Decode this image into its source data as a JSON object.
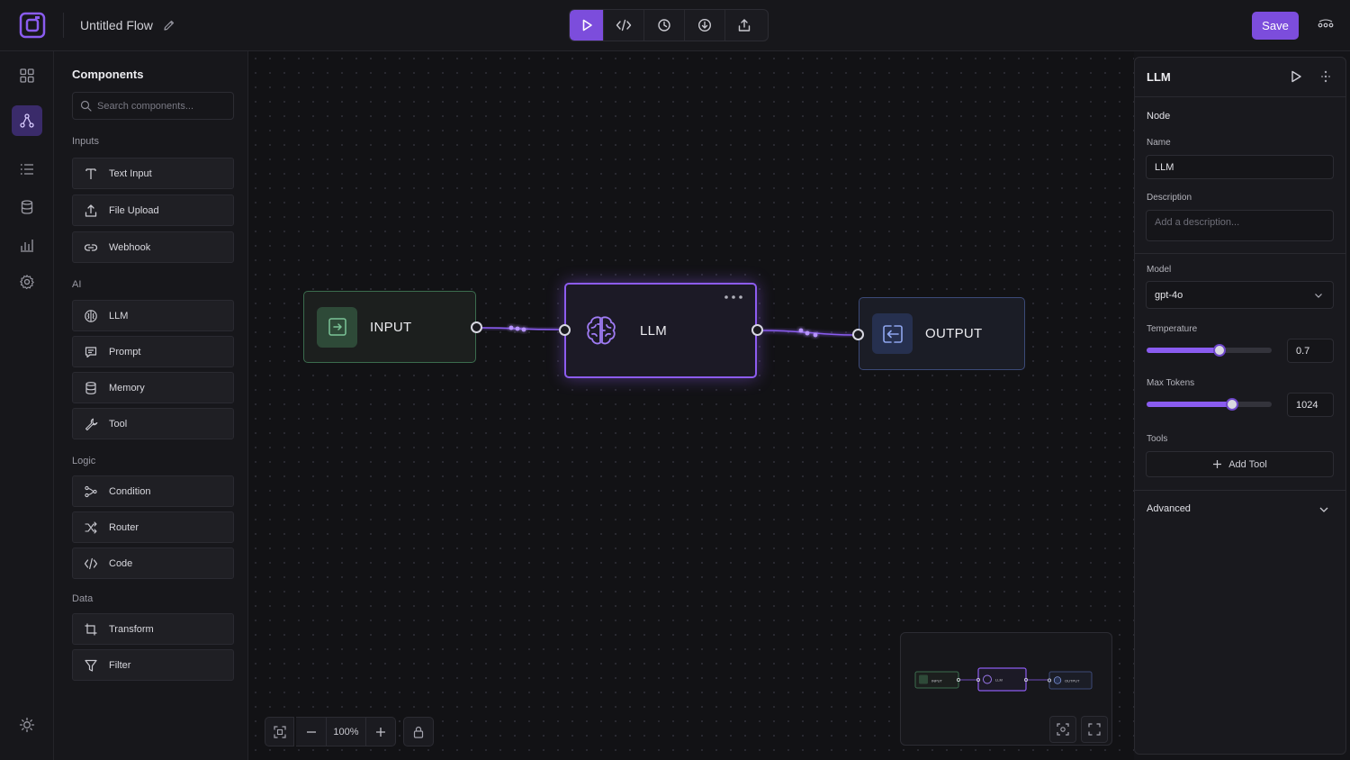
{
  "app": {
    "flow_title": "Untitled Flow",
    "save_label": "Save",
    "accent": "#7c4ddc"
  },
  "toolbar": {
    "items": [
      "play-icon",
      "code-icon",
      "history-icon",
      "download-icon",
      "share-icon"
    ]
  },
  "rail": {
    "items": [
      "grid-icon",
      "flow-icon",
      "list-icon",
      "database-icon",
      "chart-icon",
      "gear-icon"
    ],
    "active": "flow-icon",
    "bottom": "sun-icon"
  },
  "components": {
    "title": "Components",
    "search_placeholder": "Search components...",
    "sections": [
      {
        "label": "Inputs",
        "items": [
          "Text Input",
          "File Upload",
          "Webhook"
        ]
      },
      {
        "label": "AI",
        "items": [
          "LLM",
          "Prompt",
          "Memory",
          "Tool"
        ]
      },
      {
        "label": "Logic",
        "items": [
          "Condition",
          "Router",
          "Code"
        ]
      },
      {
        "label": "Data",
        "items": [
          "Transform",
          "Filter"
        ]
      }
    ]
  },
  "canvas": {
    "nodes": {
      "input": {
        "label": "INPUT",
        "color": "#3b6c4e"
      },
      "llm": {
        "label": "LLM",
        "color": "#8d5cf0"
      },
      "output": {
        "label": "OUTPUT",
        "color": "#3c4a78"
      }
    },
    "zoom_level": "100%",
    "minimap": {
      "input": "INPUT",
      "llm": "LLM",
      "output": "OUTPUT"
    }
  },
  "inspector": {
    "title": "LLM",
    "section_node": "Node",
    "name_label": "Name",
    "name_value": "LLM",
    "description_label": "Description",
    "description_placeholder": "Add a description...",
    "model_label": "Model",
    "model_value": "gpt-4o",
    "temperature_label": "Temperature",
    "temperature_value": "0.7",
    "temperature_fraction": 0.58,
    "max_tokens_label": "Max Tokens",
    "max_tokens_value": "1024",
    "max_tokens_fraction": 0.68,
    "tools_label": "Tools",
    "add_tool_label": "Add Tool",
    "advanced_label": "Advanced"
  }
}
